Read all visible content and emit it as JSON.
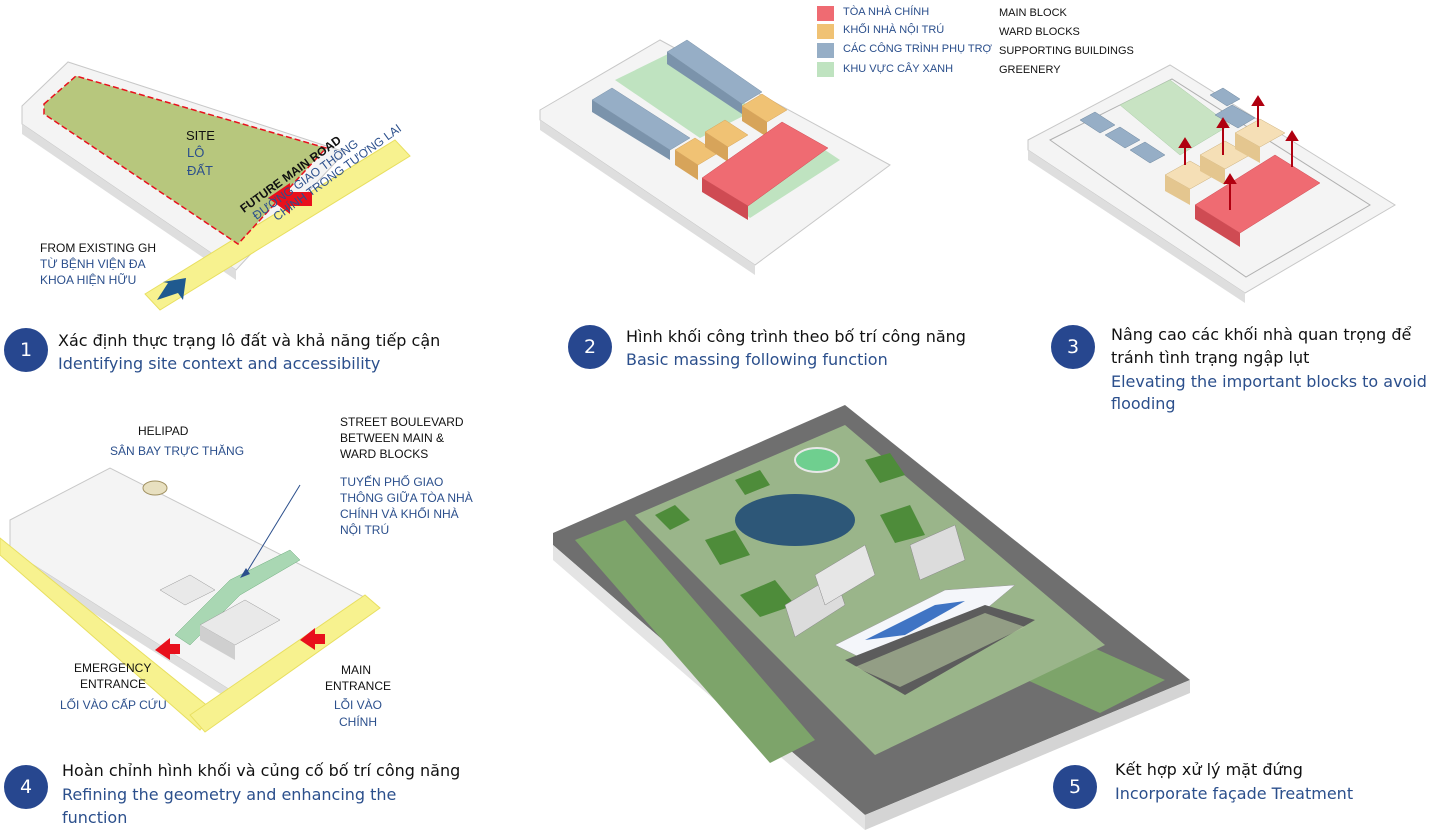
{
  "steps": [
    {
      "number": "1",
      "vn": "Xác định thực trạng lô đất và khả năng tiếp cận",
      "en": "Identifying site context and accessibility"
    },
    {
      "number": "2",
      "vn": "Hình khối công trình theo bố trí công năng",
      "en": "Basic massing following function"
    },
    {
      "number": "3",
      "vn_line1": "Nâng cao các khối nhà quan trọng để",
      "vn_line2": "tránh tình trạng ngập lụt",
      "en_line1": "Elevating the important blocks to avoid",
      "en_line2": "flooding"
    },
    {
      "number": "4",
      "vn": "Hoàn chỉnh hình khối và củng cố bố trí công năng",
      "en_line1": "Refining the geometry and enhancing the",
      "en_line2": "function"
    },
    {
      "number": "5",
      "vn": "Kết hợp xử lý mặt đứng",
      "en": "Incorporate façade Treatment"
    }
  ],
  "diagram1": {
    "site_en": "SITE",
    "site_vn1": "LÔ",
    "site_vn2": "ĐẤT",
    "road_en": "FUTURE MAIN ROAD",
    "road_vn1": "ĐƯỜNG GIAO THÔNG",
    "road_vn2": "CHÍNH TRONG TƯƠNG LAI",
    "from_en": "FROM EXISTING GH",
    "from_vn1": "TỪ BỆNH VIỆN ĐA",
    "from_vn2": "KHOA HIỆN HỮU"
  },
  "legend": [
    {
      "vn": "TÒA NHÀ CHÍNH",
      "en": "MAIN BLOCK",
      "color": "#ef6b72"
    },
    {
      "vn": "KHỐI NHÀ NỘI TRÚ",
      "en": "WARD BLOCKS",
      "color": "#f0c274"
    },
    {
      "vn": "CÁC CÔNG TRÌNH PHỤ TRỢ",
      "en": "SUPPORTING BUILDINGS",
      "color": "#96aec6"
    },
    {
      "vn": "KHU VỰC CÂY XANH",
      "en": "GREENERY",
      "color": "#bfe3c0"
    }
  ],
  "diagram4": {
    "helipad_en": "HELIPAD",
    "helipad_vn": "SÂN BAY TRỰC THĂNG",
    "street_en1": "STREET BOULEVARD",
    "street_en2": "BETWEEN MAIN &",
    "street_en3": "WARD BLOCKS",
    "street_vn1": "TUYẾN PHỐ GIAO",
    "street_vn2": "THÔNG GIỮA TÒA NHÀ",
    "street_vn3": "CHÍNH VÀ KHỐI NHÀ",
    "street_vn4": "NỘI TRÚ",
    "emer_en1": "EMERGENCY",
    "emer_en2": "ENTRANCE",
    "emer_vn": "LỐI VÀO CẤP CỨU",
    "main_en1": "MAIN",
    "main_en2": "ENTRANCE",
    "main_vn1": "LỖI VÀO",
    "main_vn2": "CHÍNH"
  },
  "colors": {
    "badge": "#27478f",
    "caption_en": "#2b4f8c",
    "road": "#f7f28f",
    "site": "#b7c77d",
    "arrow_red": "#e8101c",
    "elev_arrow": "#b00010",
    "arrow_blue": "#1f5a8f"
  }
}
